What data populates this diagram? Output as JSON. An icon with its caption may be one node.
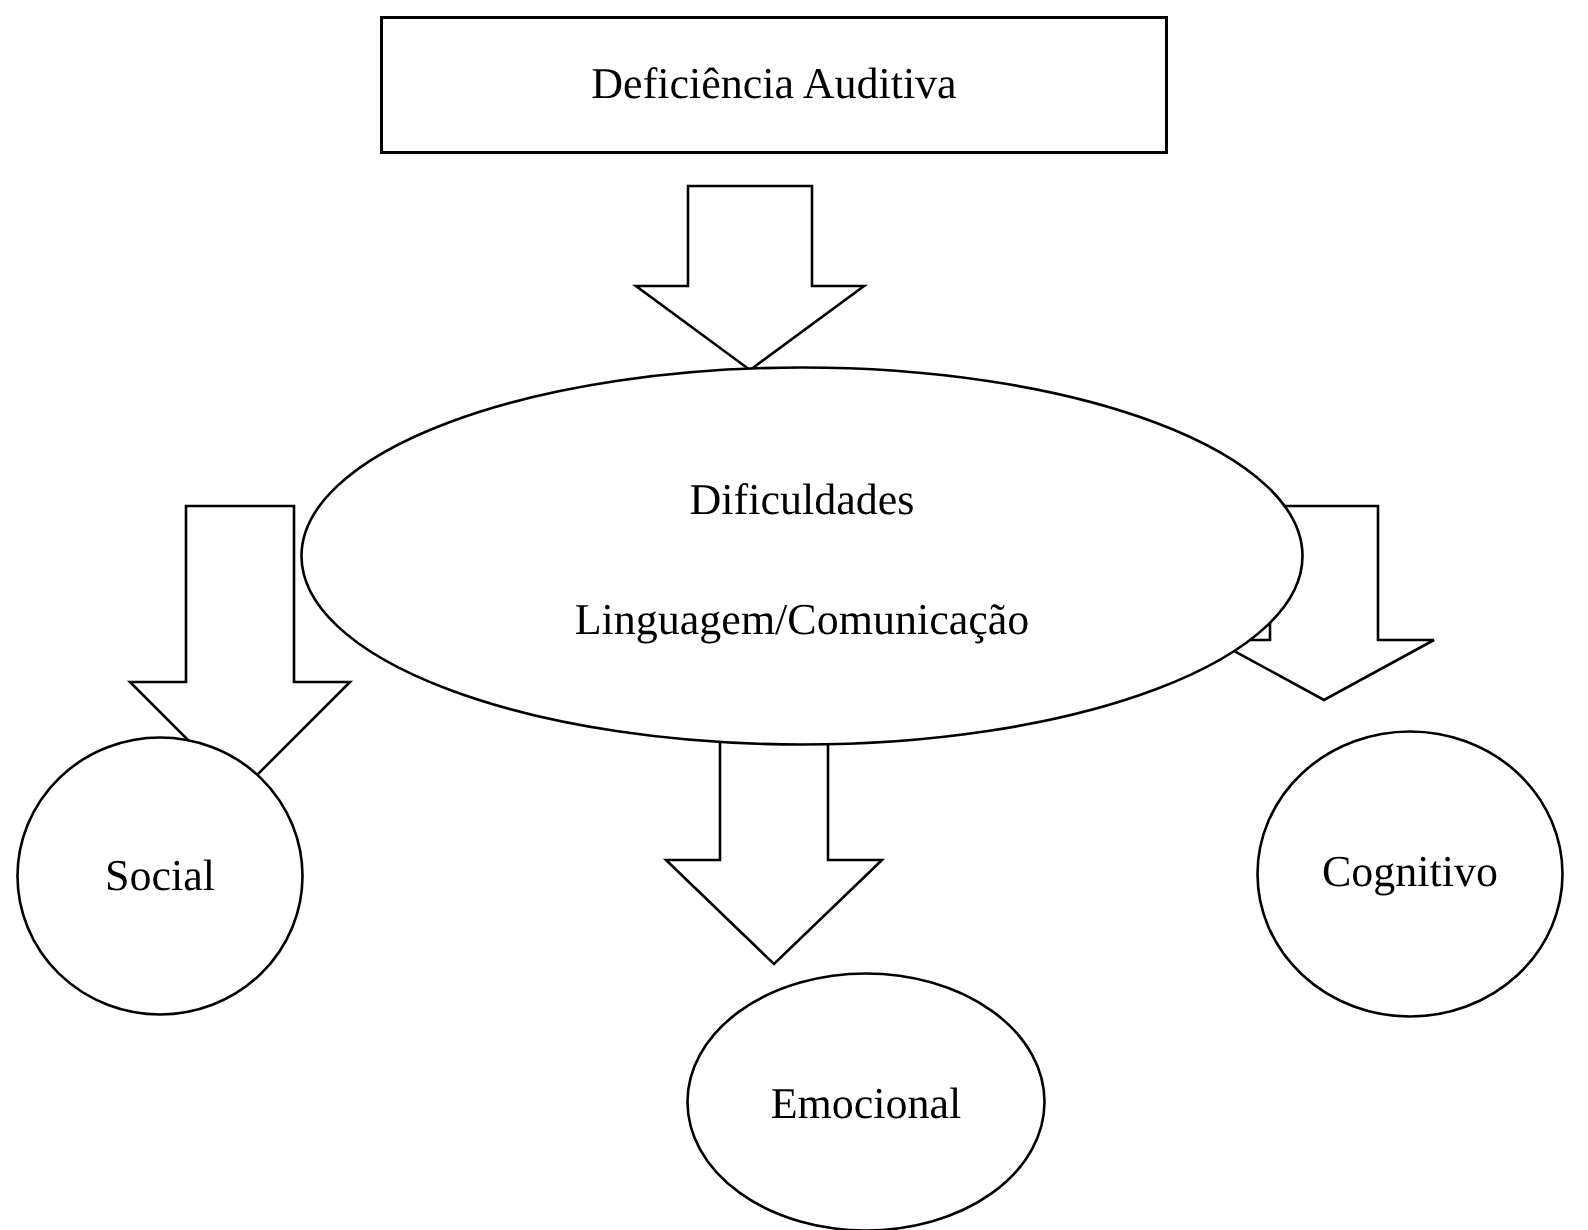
{
  "diagram": {
    "nodes": [
      {
        "text": [
          "Deficiência Auditiva"
        ]
      },
      {
        "text": [
          "Dificuldades",
          "Linguagem/Comunicação"
        ]
      },
      {
        "text": [
          "Social"
        ]
      },
      {
        "text": [
          "Emocional"
        ]
      },
      {
        "text": [
          "Cognitivo"
        ]
      }
    ],
    "edges": [
      {
        "from": 0,
        "to": 1,
        "arrow": "to"
      },
      {
        "from": 1,
        "to": 2,
        "arrow": "to"
      },
      {
        "from": 1,
        "to": 3,
        "arrow": "to"
      },
      {
        "from": 1,
        "to": 4,
        "arrow": "to"
      }
    ]
  }
}
